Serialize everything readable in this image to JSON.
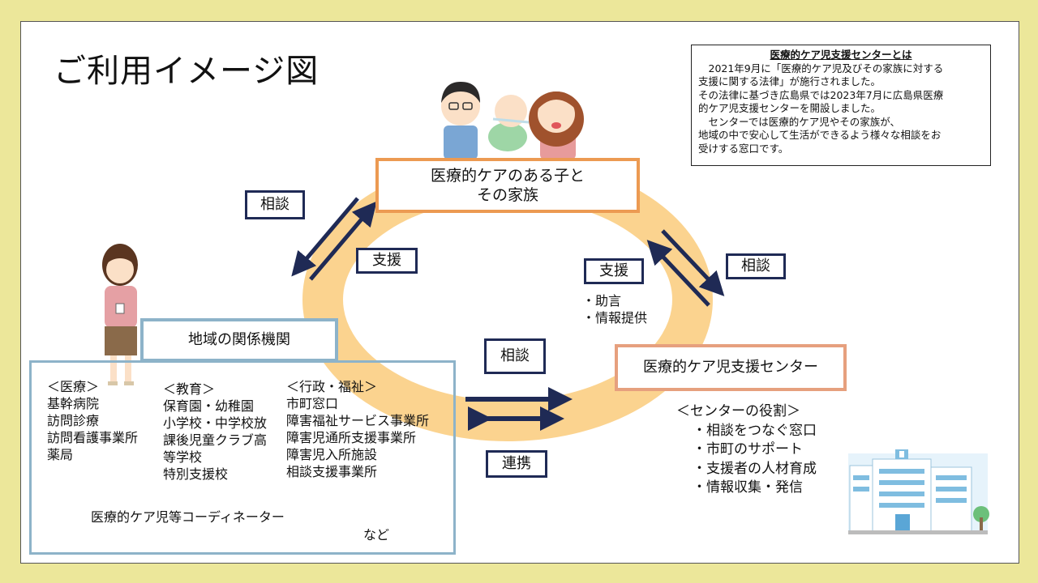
{
  "title": "ご利用イメージ図",
  "info_box": {
    "heading": "医療的ケア児支援センターとは",
    "lines": [
      "　2021年9月に「医療的ケア児及びその家族に対する",
      "支援に関する法律」が施行されました。",
      "その法律に基づき広島県では2023年7月に広島県医療",
      "的ケア児支援センターを開設しました。",
      "　センターでは医療的ケア児やその家族が、",
      "地域の中で安心して生活ができるよう様々な相談をお",
      "受けする窓口です。"
    ]
  },
  "family_box": {
    "line1": "医療的ケアのある子と",
    "line2": "その家族"
  },
  "center_box": {
    "label": "医療的ケア児支援センター"
  },
  "agency_box": {
    "label": "地域の関係機関"
  },
  "tags": {
    "left_consult": "相談",
    "left_support": "支援",
    "right_support": "支援",
    "right_consult": "相談",
    "bottom_consult": "相談",
    "bottom_cooperate": "連携"
  },
  "support_items": [
    "・助言",
    "・情報提供"
  ],
  "medical": {
    "heading": "＜医療＞",
    "items": [
      "基幹病院",
      "訪問診療",
      "訪問看護事業所",
      "薬局"
    ]
  },
  "education": {
    "heading": "＜教育＞",
    "items": [
      "保育園・幼稚園",
      "小学校・中学校放",
      "課後児童クラブ高",
      "等学校",
      "特別支援校"
    ]
  },
  "welfare": {
    "heading": "＜行政・福祉＞",
    "items": [
      "市町窓口",
      "障害福祉サービス事業所",
      "障害児通所支援事業所",
      "障害児入所施設",
      "相談支援事業所"
    ]
  },
  "coordinator": "医療的ケア児等コーディネーター",
  "etc": "など",
  "center_roles": {
    "heading": "＜センターの役割＞",
    "items": [
      "・相談をつなぐ窓口",
      "・市町のサポート",
      "・支援者の人材育成",
      "・情報収集・発信"
    ]
  },
  "colors": {
    "background": "#ece79a",
    "ring": "#fbd38f",
    "family_border": "#ec9a52",
    "center_border": "#e6a07e",
    "agency_border": "#8db3c9",
    "arrow": "#1f2a55"
  }
}
